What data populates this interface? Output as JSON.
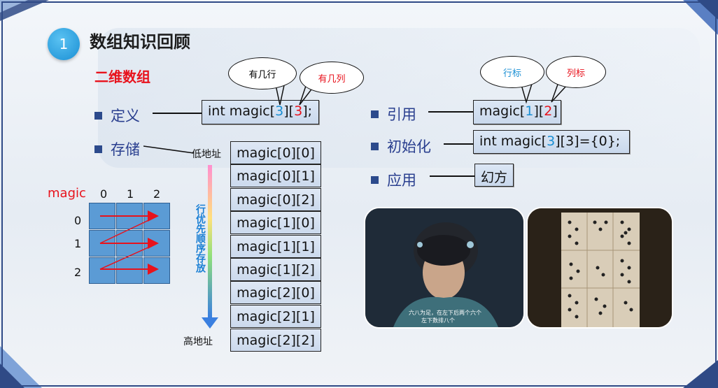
{
  "heading": {
    "number": "1",
    "title": "数组知识回顾"
  },
  "subtitle": "二维数组",
  "left": {
    "definition": {
      "label": "定义",
      "code_prefix": "int magic[",
      "rows": "3",
      "mid": "][",
      "cols": "3",
      "code_suffix": "];"
    },
    "bubbles": {
      "rows": "有几行",
      "cols": "有几列"
    },
    "storage": {
      "label": "存储"
    },
    "low_address": "低地址",
    "high_address": "高地址",
    "row_major": "行优先顺序存放",
    "cells": [
      "magic[0][0]",
      "magic[0][1]",
      "magic[0][2]",
      "magic[1][0]",
      "magic[1][1]",
      "magic[1][2]",
      "magic[2][0]",
      "magic[2][1]",
      "magic[2][2]"
    ],
    "grid": {
      "name": "magic",
      "col_labels": [
        "0",
        "1",
        "2"
      ],
      "row_labels": [
        "0",
        "1",
        "2"
      ]
    }
  },
  "right": {
    "reference": {
      "label": "引用",
      "code_prefix": "magic[",
      "row": "1",
      "mid": "][",
      "col": "2",
      "code_suffix": "]"
    },
    "bubbles": {
      "row": "行标",
      "col": "列标"
    },
    "init": {
      "label": "初始化",
      "code_prefix": "int magic[",
      "rows": "3",
      "code_suffix": "][3]={0};"
    },
    "application": {
      "label": "应用",
      "value": "幻方"
    },
    "subtitle_line1": "六八为足，在左下后两个六个",
    "subtitle_line2": "左下数排八个"
  },
  "colors": {
    "accent_blue": "#1a8fd4",
    "accent_red": "#e8121c",
    "grid_cell": "#5b9bd5",
    "bullet": "#2a3f8f"
  }
}
